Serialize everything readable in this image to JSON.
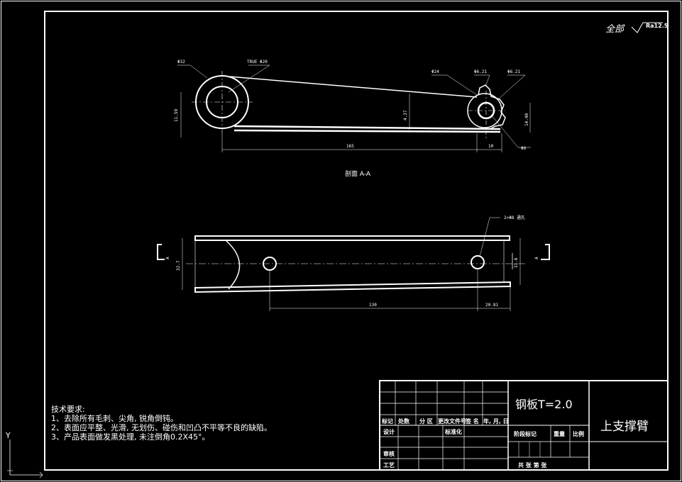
{
  "roughness": {
    "label": "全部",
    "value": "Ra12.5"
  },
  "section_label": "剖面 A-A",
  "front_view": {
    "dims": {
      "d32": "Φ32",
      "true_d20": "TRUE Φ20",
      "d24": "Φ24",
      "d6_21a": "Φ6.21",
      "d6_21b": "Φ6.21",
      "d6": "Φ6",
      "left_height": "11.59",
      "mid_height": "4.37",
      "right_height": "14.40",
      "length_165": "165",
      "length_10": "10"
    }
  },
  "top_view": {
    "hole_note": "2×Φ8 通孔",
    "len_130": "130",
    "len_20_81": "20.81",
    "height_left": "32.7",
    "height_right": "31.6",
    "section_mark": "A"
  },
  "tech_notes": {
    "title": "技术要求:",
    "lines": [
      "1、去除所有毛刺、尖角, 锐角倒钝。",
      "2、表面应平整、光滑, 无划伤、碰伤和凹凸不平等不良的缺陷。",
      "3、产品表面做发黑处理, 未注倒角0.2X45°。"
    ]
  },
  "title_block": {
    "material": "钢板T=2.0",
    "part_name": "上支撑臂",
    "headers": [
      "标记",
      "处数",
      "分 区",
      "更改文件号",
      "签 名",
      "年, 月, 日"
    ],
    "design": "设计",
    "standardize": "标准化",
    "review": "审核",
    "process": "工艺",
    "stage_mark": "阶段标记",
    "weight": "重量",
    "scale": "比例",
    "sheets": "共  张  第  张"
  },
  "ucs_label": "Y"
}
